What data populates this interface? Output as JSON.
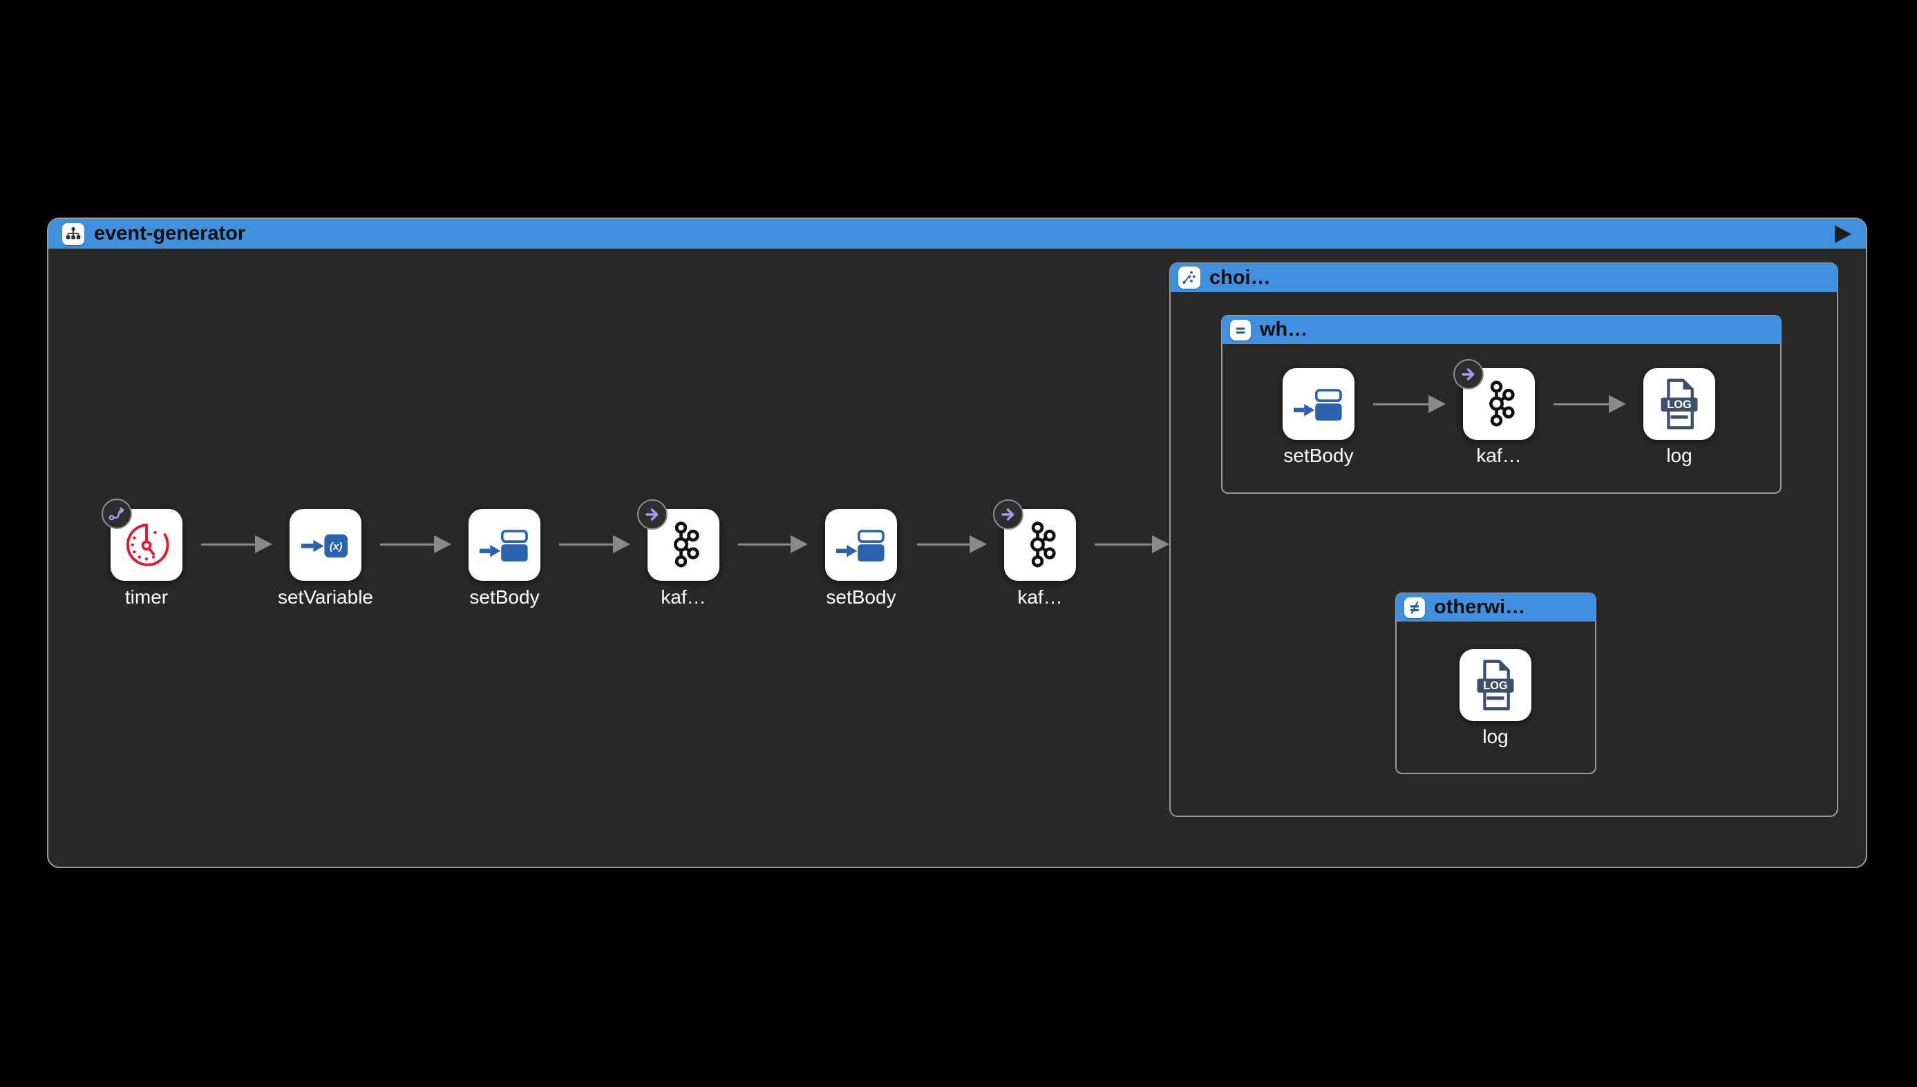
{
  "route": {
    "title": "event-generator",
    "header_icon": "route-graph-icon",
    "play_icon": "play-icon"
  },
  "main_steps": [
    {
      "label": "timer",
      "icon": "timer-icon",
      "badge": "route-badge-icon"
    },
    {
      "label": "setVariable",
      "icon": "set-variable-icon",
      "badge": ""
    },
    {
      "label": "setBody",
      "icon": "set-body-icon",
      "badge": ""
    },
    {
      "label": "kaf…",
      "icon": "kafka-icon",
      "badge": "arrow-badge-icon"
    },
    {
      "label": "setBody",
      "icon": "set-body-icon",
      "badge": ""
    },
    {
      "label": "kaf…",
      "icon": "kafka-icon",
      "badge": "arrow-badge-icon"
    }
  ],
  "choice": {
    "title": "choi…",
    "icon": "choice-branch-icon",
    "when": {
      "title": "wh…",
      "icon": "equals-icon",
      "steps": [
        {
          "label": "setBody",
          "icon": "set-body-icon",
          "badge": ""
        },
        {
          "label": "kaf…",
          "icon": "kafka-icon",
          "badge": "arrow-badge-icon"
        },
        {
          "label": "log",
          "icon": "log-icon",
          "badge": ""
        }
      ]
    },
    "otherwise": {
      "title": "otherwi…",
      "icon": "not-equals-icon",
      "steps": [
        {
          "label": "log",
          "icon": "log-icon",
          "badge": ""
        }
      ]
    }
  },
  "colors": {
    "header_blue": "#4090DF",
    "canvas_black": "#000000",
    "container_gray": "#282828",
    "border_gray": "#9A9A9A",
    "node_white": "#FFFFFF",
    "step_icon_blue": "#2A62AE",
    "group_glyph_blue": "#2B5C9E",
    "log_slate": "#3E4F68",
    "timer_red": "#E11B2E",
    "badge_purple": "#A99AF2",
    "edge_gray": "#8A8A8A"
  }
}
